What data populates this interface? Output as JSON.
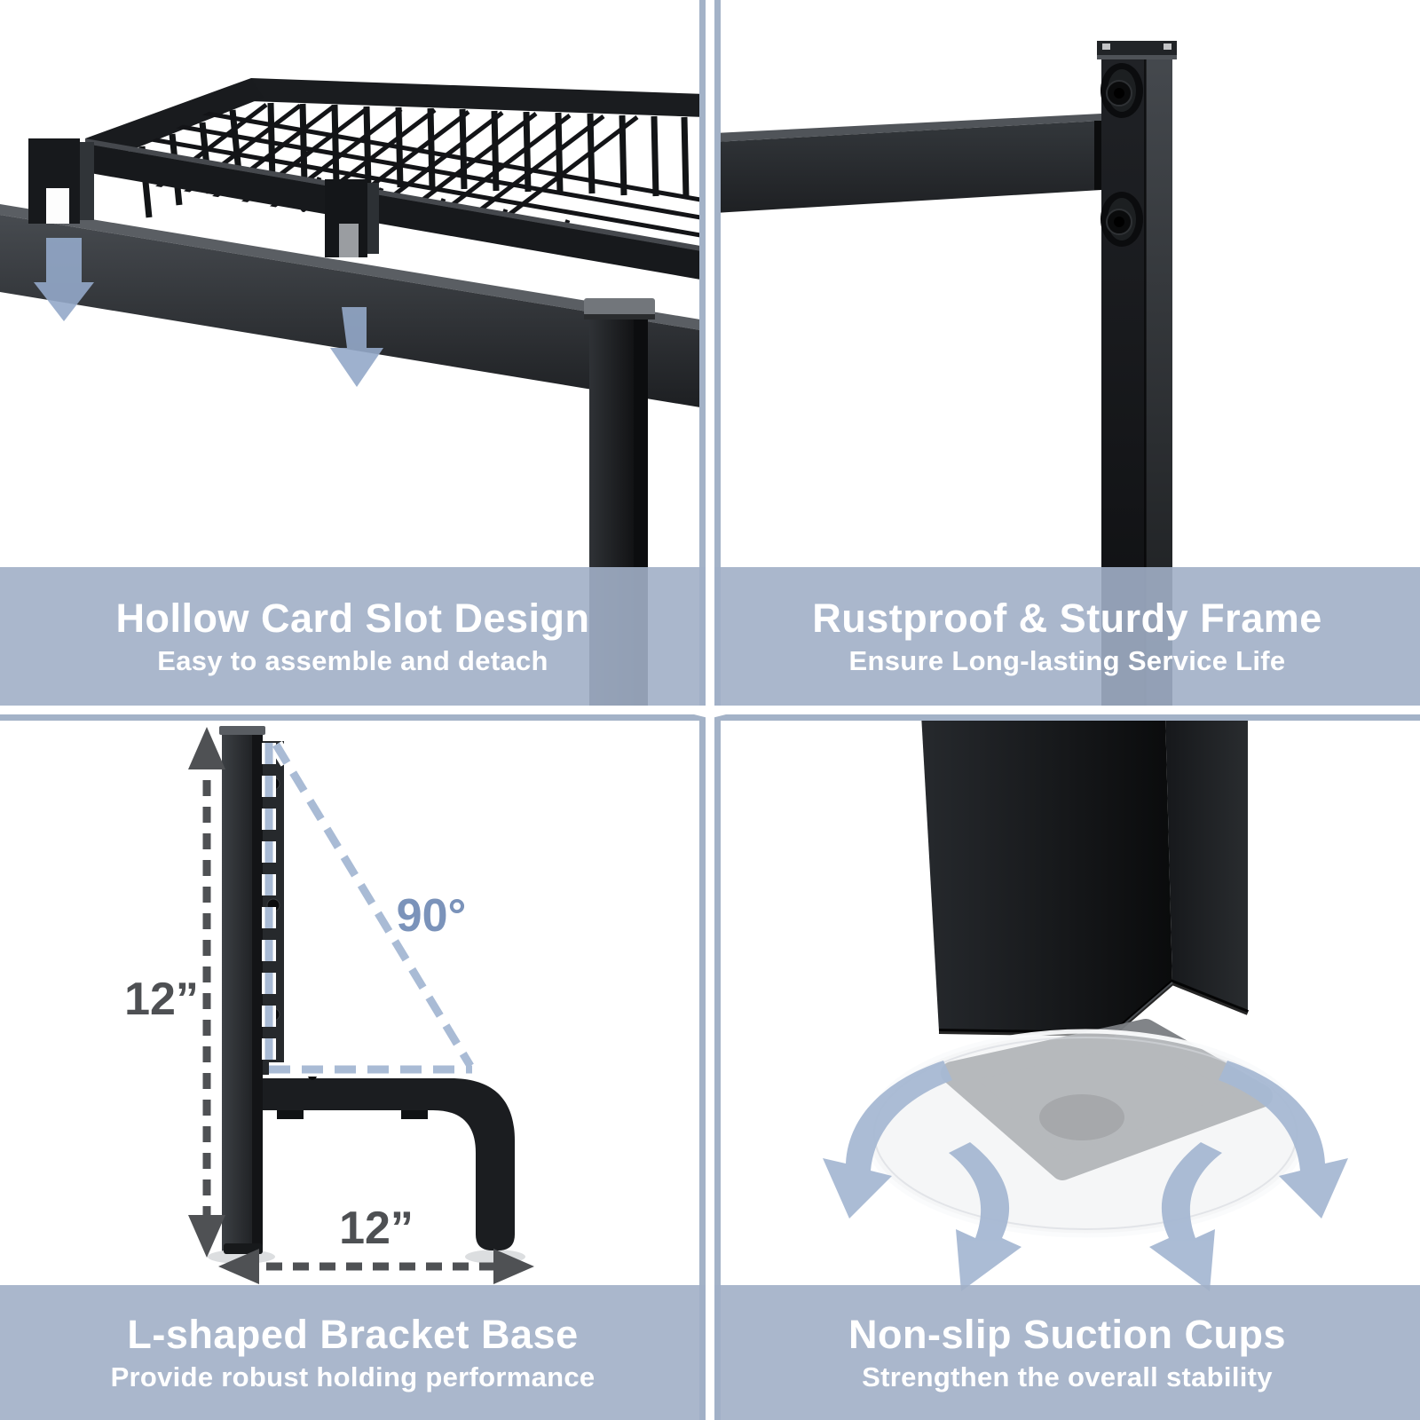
{
  "panels": {
    "top_left": {
      "title": "Hollow Card Slot Design",
      "subtitle": "Easy to assemble and detach",
      "icons": [
        "down-arrow",
        "down-arrow"
      ]
    },
    "top_right": {
      "title": "Rustproof & Sturdy Frame",
      "subtitle": "Ensure Long-lasting Service Life"
    },
    "bottom_left": {
      "title": "L-shaped Bracket Base",
      "subtitle": "Provide robust holding performance",
      "measurements": {
        "height": "12”",
        "width": "12”",
        "angle": "90°"
      }
    },
    "bottom_right": {
      "title": "Non-slip Suction Cups",
      "subtitle": "Strengthen the overall stability",
      "icons": [
        "swirl-arrow",
        "swirl-arrow",
        "swirl-arrow",
        "swirl-arrow"
      ]
    }
  },
  "colors": {
    "caption_band": "#a1afc6",
    "divider_line": "#a3b2c7",
    "caption_text": "#ffffff",
    "block_arrow_blue": "#93a9c9",
    "dashed_triangle_blue": "#a9bbd5",
    "measure_gray": "#4e5053",
    "angle_label_blue": "#7b93ba",
    "product_black": "#17191c"
  }
}
